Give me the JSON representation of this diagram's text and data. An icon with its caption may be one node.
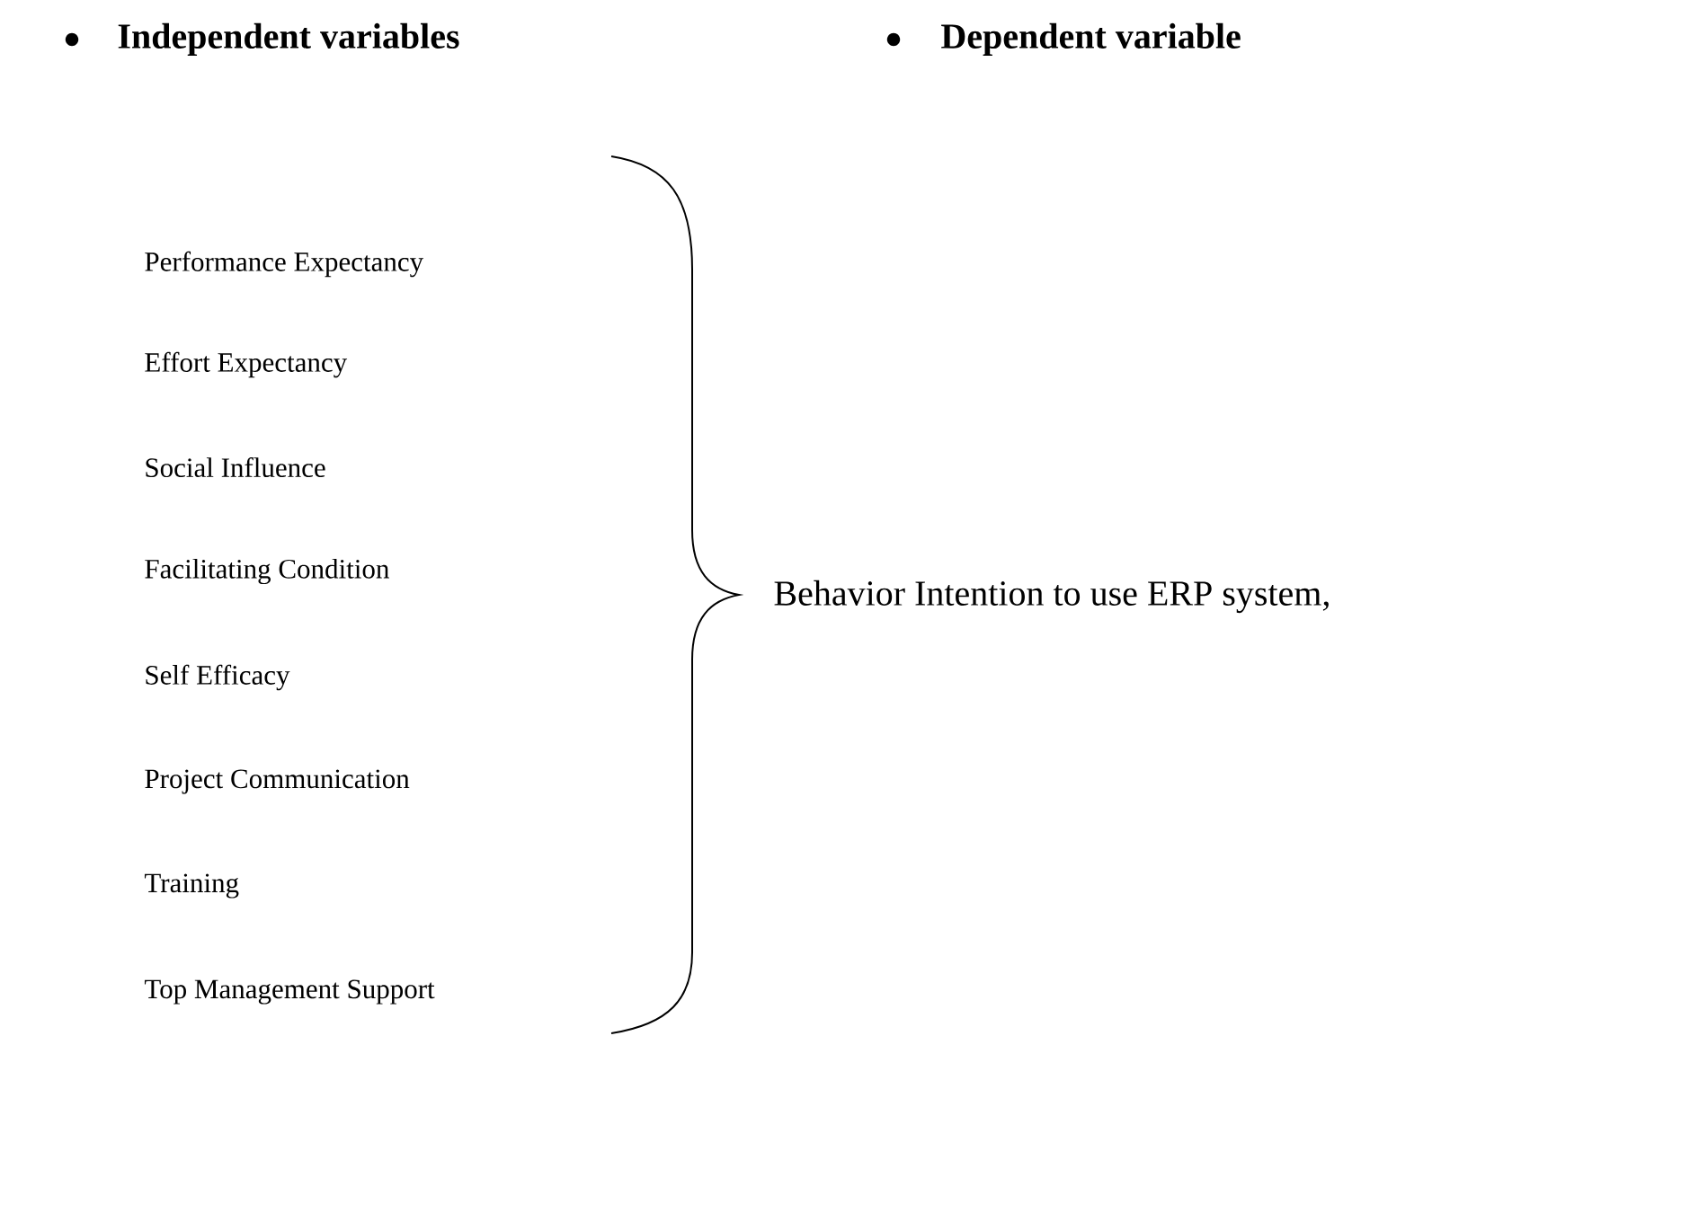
{
  "diagram": {
    "labels": [
      "Independent variables",
      "Dependent variable",
      "Performance Expectancy",
      "Effort Expectancy",
      "Social Influence",
      "Facilitating Condition",
      "Self Efficacy",
      "Project Communication",
      "Training",
      "Top Management Support",
      "Behavior Intention to use ERP system,"
    ]
  }
}
